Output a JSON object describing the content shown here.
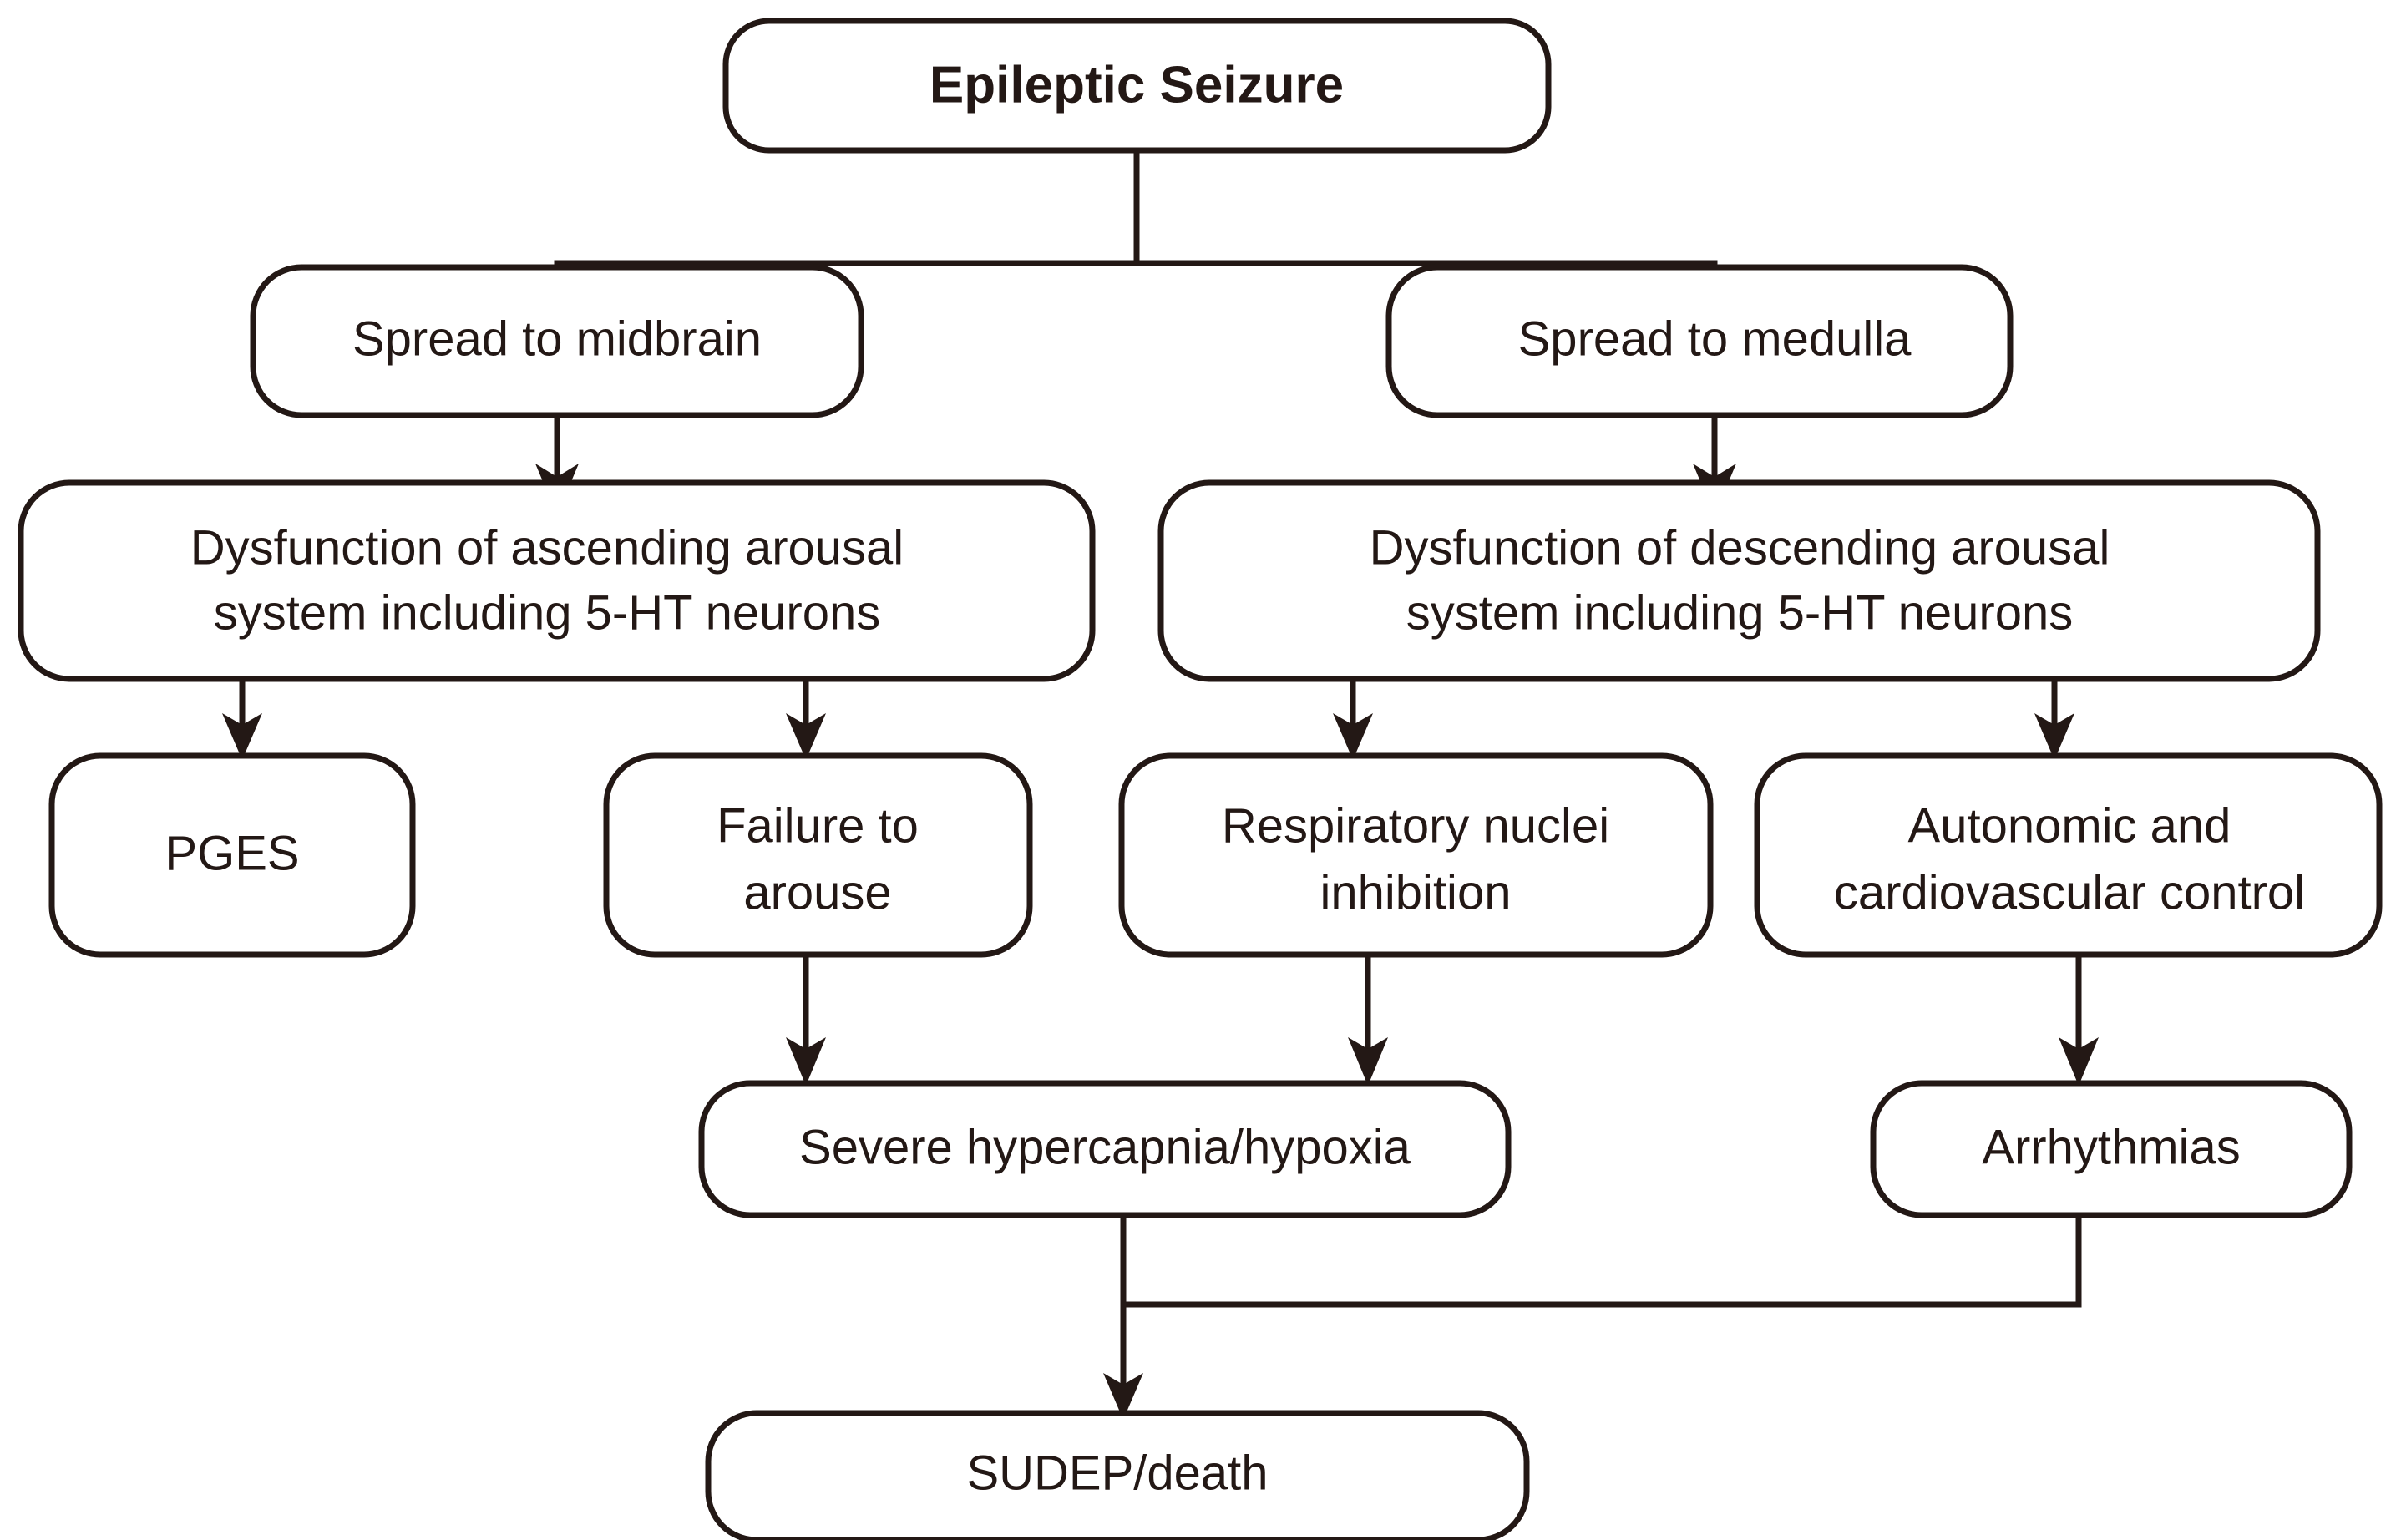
{
  "diagram": {
    "title_node": "Epileptic Seizure",
    "stroke_color": "#231815",
    "background_color": "#ffffff",
    "nodes": {
      "epileptic_seizure": {
        "label": "Epileptic Seizure",
        "bold": true
      },
      "spread_midbrain": {
        "label": "Spread to midbrain"
      },
      "spread_medulla": {
        "label": "Spread to medulla"
      },
      "ascending_line1": {
        "label": "Dysfunction of ascending arousal"
      },
      "ascending_line2": {
        "label": "system including 5-HT neurons"
      },
      "descending_line1": {
        "label": "Dysfunction of descending arousal"
      },
      "descending_line2": {
        "label": "system including 5-HT neurons"
      },
      "pges": {
        "label": "PGES"
      },
      "failure_line1": {
        "label": "Failure to"
      },
      "failure_line2": {
        "label": "arouse"
      },
      "respiratory_line1": {
        "label": "Respiratory nuclei"
      },
      "respiratory_line2": {
        "label": "inhibition"
      },
      "autonomic_line1": {
        "label": "Autonomic and"
      },
      "autonomic_line2": {
        "label": "cardiovascular control"
      },
      "hypercapnia": {
        "label": "Severe hypercapnia/hypoxia"
      },
      "arrhythmias": {
        "label": "Arrhythmias"
      },
      "sudep": {
        "label": "SUDEP/death"
      }
    },
    "edges": [
      {
        "from": "epileptic_seizure",
        "to": "spread_midbrain"
      },
      {
        "from": "epileptic_seizure",
        "to": "spread_medulla"
      },
      {
        "from": "spread_midbrain",
        "to": "ascending_arousal"
      },
      {
        "from": "spread_medulla",
        "to": "descending_arousal"
      },
      {
        "from": "ascending_arousal",
        "to": "pges"
      },
      {
        "from": "ascending_arousal",
        "to": "failure_to_arouse"
      },
      {
        "from": "descending_arousal",
        "to": "respiratory_nuclei"
      },
      {
        "from": "descending_arousal",
        "to": "autonomic_cardiovascular"
      },
      {
        "from": "failure_to_arouse",
        "to": "hypercapnia"
      },
      {
        "from": "respiratory_nuclei",
        "to": "hypercapnia"
      },
      {
        "from": "autonomic_cardiovascular",
        "to": "arrhythmias"
      },
      {
        "from": "hypercapnia",
        "to": "sudep"
      },
      {
        "from": "arrhythmias",
        "to": "sudep"
      }
    ]
  }
}
